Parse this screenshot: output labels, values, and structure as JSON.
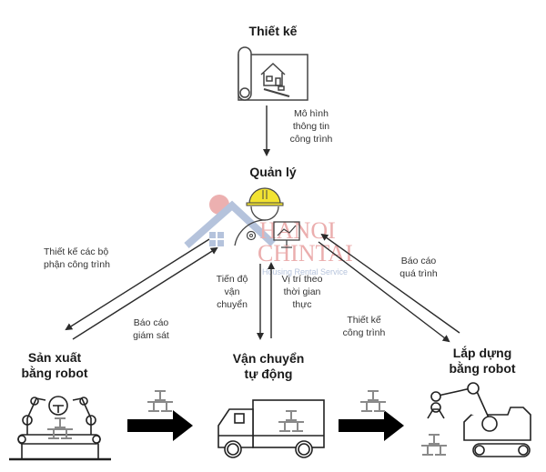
{
  "nodes": {
    "design": {
      "title": "Thiết kế"
    },
    "management": {
      "title": "Quản lý"
    },
    "manufacturing": {
      "title_line1": "Sản xuất",
      "title_line2": "bằng robot"
    },
    "transport": {
      "title_line1": "Vận chuyển",
      "title_line2": "tự động"
    },
    "assembly": {
      "title_line1": "Lắp dựng",
      "title_line2": "bằng robot"
    }
  },
  "edges": {
    "design_to_management": {
      "line1": "Mô hình",
      "line2": "thông tin",
      "line3": "công trình"
    },
    "management_to_manufacturing": {
      "line1": "Thiết kế các bộ",
      "line2": "phận công trình"
    },
    "manufacturing_to_management": {
      "line1": "Báo cáo",
      "line2": "giám sát"
    },
    "management_to_transport": {
      "line1": "Tiến độ",
      "line2": "vận",
      "line3": "chuyển"
    },
    "transport_to_management": {
      "line1": "Vị trí theo",
      "line2": "thời gian",
      "line3": "thực"
    },
    "management_to_assembly": {
      "line1": "Thiết kế",
      "line2": "công trình"
    },
    "assembly_to_management": {
      "line1": "Báo cáo",
      "line2": "quá trình"
    }
  },
  "watermark": {
    "line1": "HANOI",
    "line2": "CHINTAI",
    "tagline": "Housing Rental Service"
  },
  "colors": {
    "helmet": "#f2e332",
    "watermark_red": "#e8a0a0",
    "watermark_blue": "#a9b9d6",
    "line": "#2b2b2b",
    "steel": "#8a8a8a"
  }
}
